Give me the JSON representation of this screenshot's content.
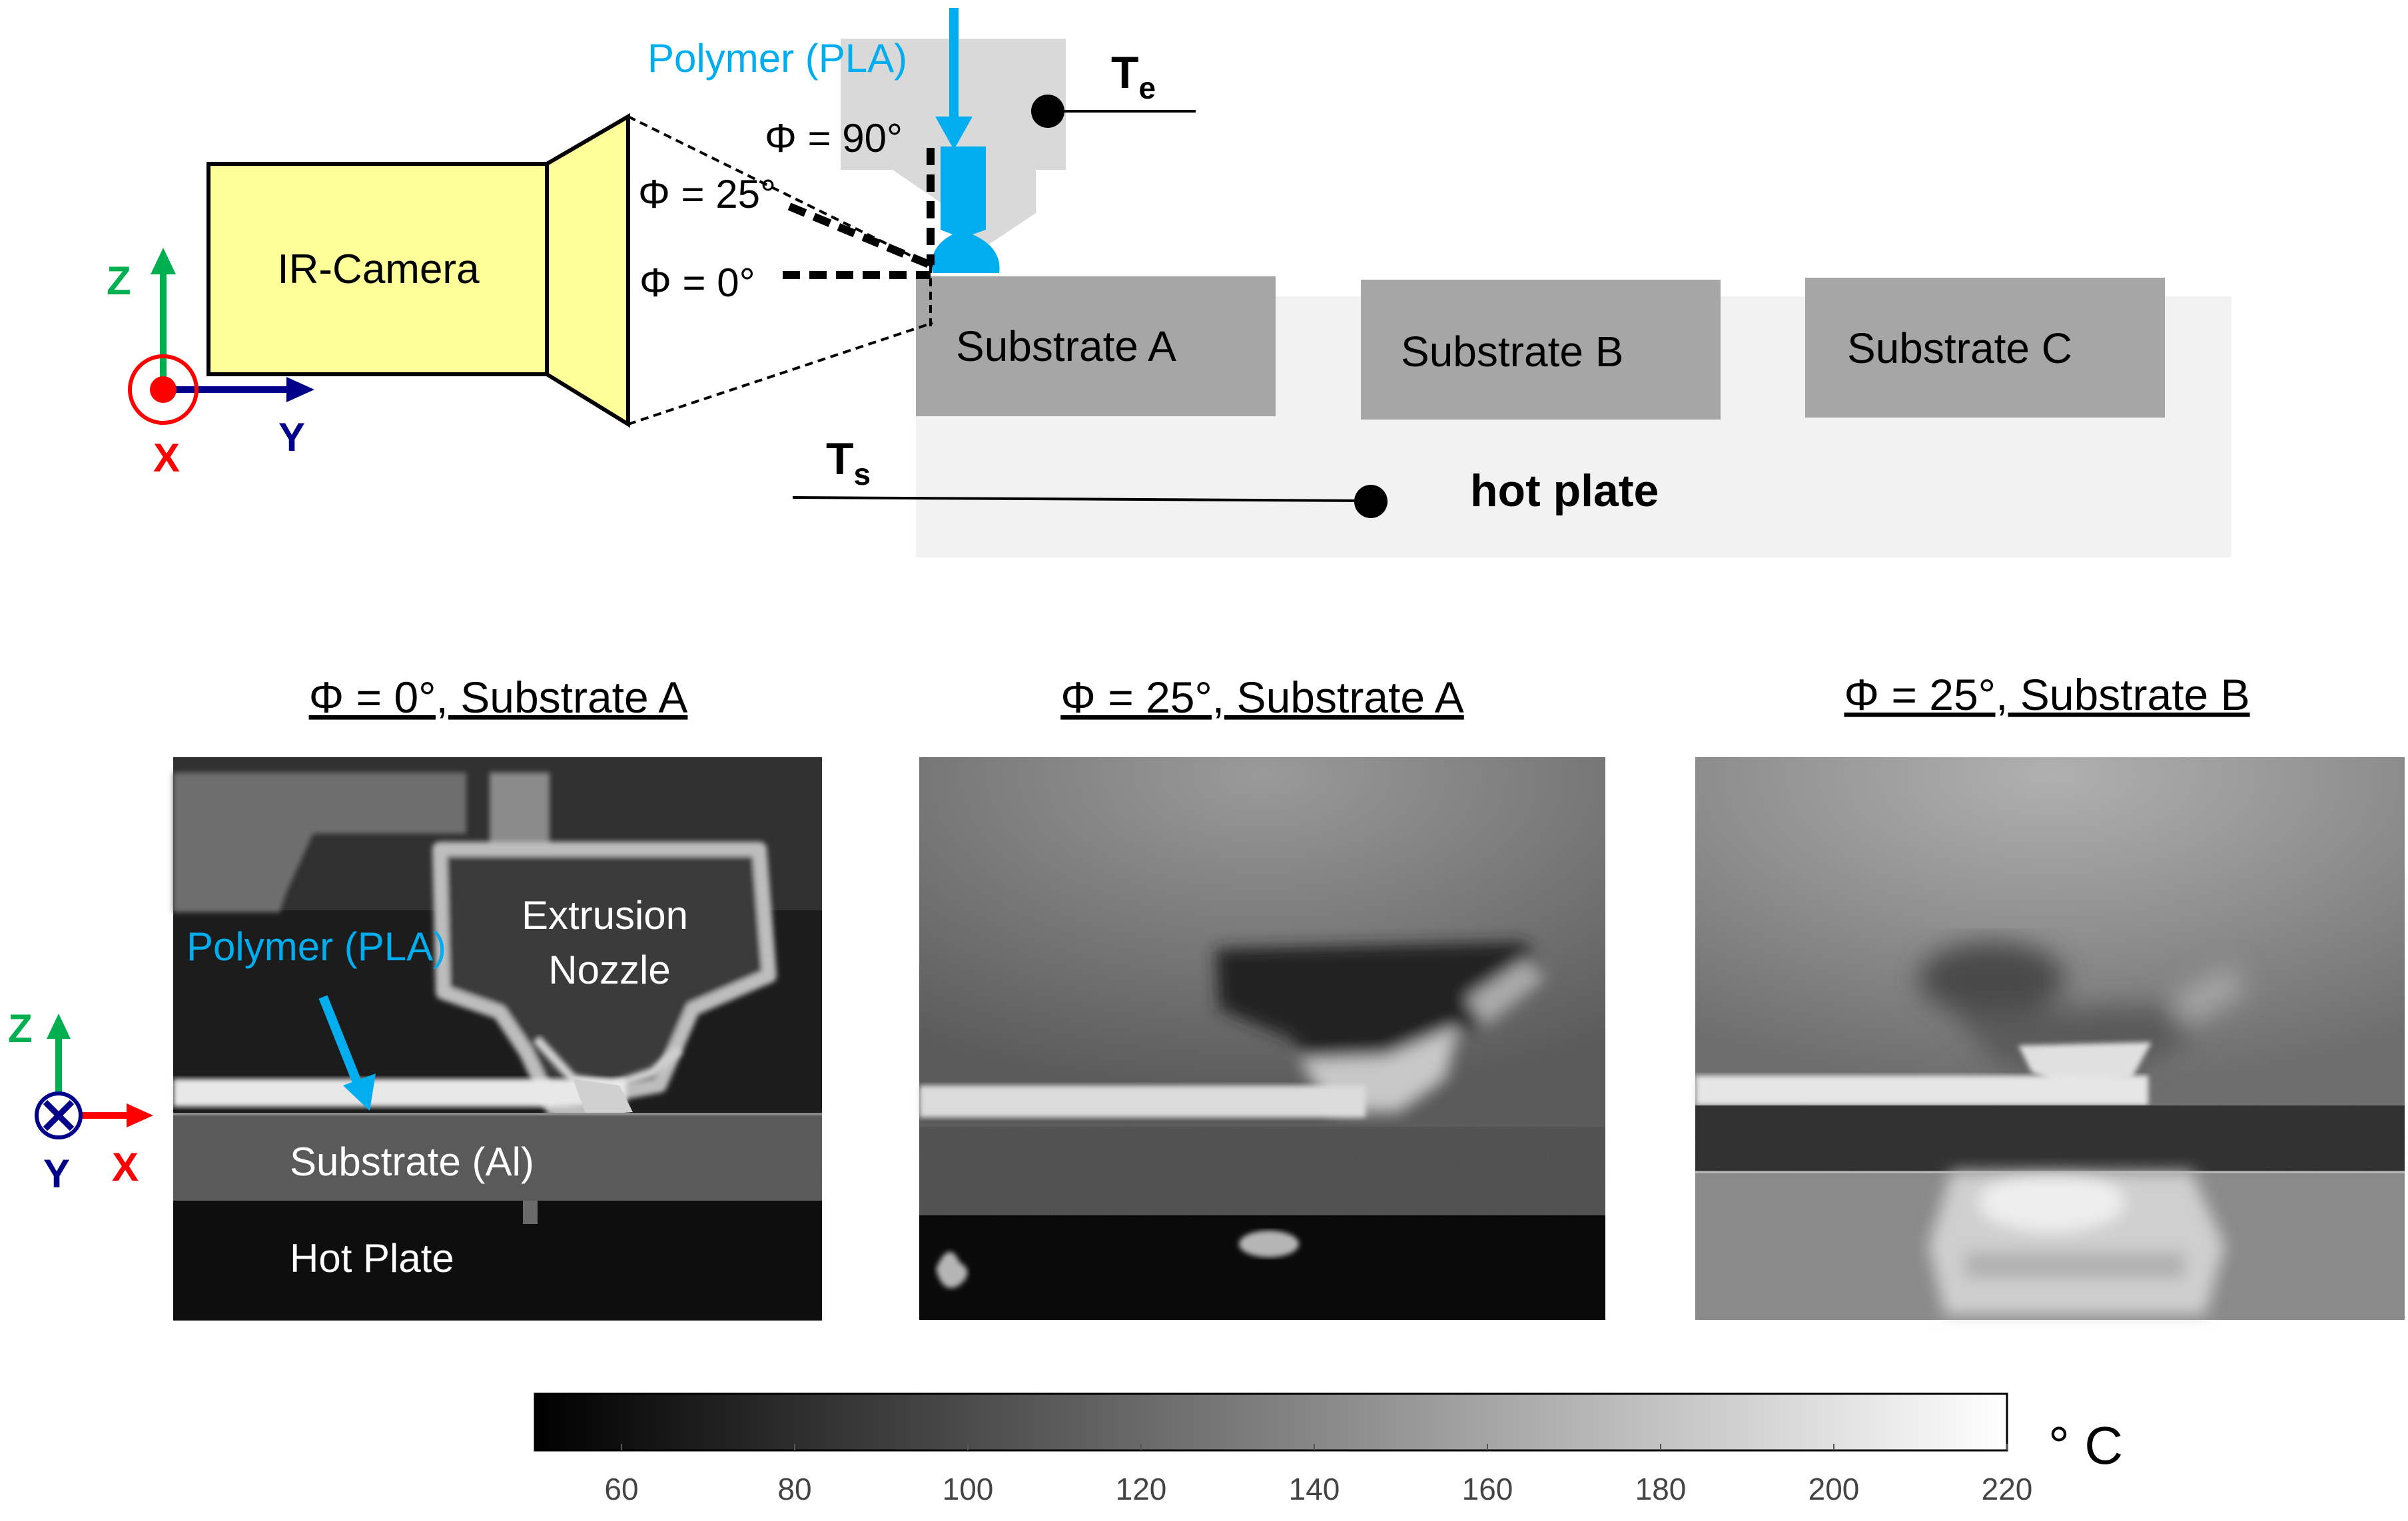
{
  "schematic": {
    "polymer_label": "Polymer (PLA)",
    "te_label_main": "T",
    "te_label_sub": "e",
    "ts_label_main": "T",
    "ts_label_sub": "s",
    "camera_label": "IR-Camera",
    "phi_90": "Φ = 90°",
    "phi_25": "Φ = 25°",
    "phi_0": "Φ = 0°",
    "substrate_a": "Substrate  A",
    "substrate_b": "Substrate  B",
    "substrate_c": "Substrate  C",
    "hot_plate": "hot plate",
    "axis_z": "Z",
    "axis_y": "Y",
    "axis_x": "X"
  },
  "panels": [
    {
      "title": "Φ = 0°, Substrate  A"
    },
    {
      "title": "Φ = 25°, Substrate  A"
    },
    {
      "title": "Φ = 25°, Substrate  B"
    }
  ],
  "panel1_labels": {
    "polymer": "Polymer  (PLA)",
    "extrusion": "Extrusion",
    "nozzle": "Nozzle",
    "substrate": "Substrate (Al)",
    "hot_plate": "Hot Plate"
  },
  "axes2": {
    "z": "Z",
    "x": "X",
    "y": "Y"
  },
  "colorbar": {
    "unit": "° C",
    "ticks": [
      "60",
      "80",
      "100",
      "120",
      "140",
      "160",
      "180",
      "200",
      "220"
    ],
    "range": [
      50,
      220
    ]
  },
  "colors": {
    "polymer_blue": "#00AEEF",
    "camera_yellow": "#FFFF99",
    "substrate_gray": "#A6A6A6",
    "hot_plate_gray": "#F2F2F2",
    "axis_green": "#00B050",
    "axis_blue": "#00008B",
    "axis_red": "#FF0000"
  }
}
